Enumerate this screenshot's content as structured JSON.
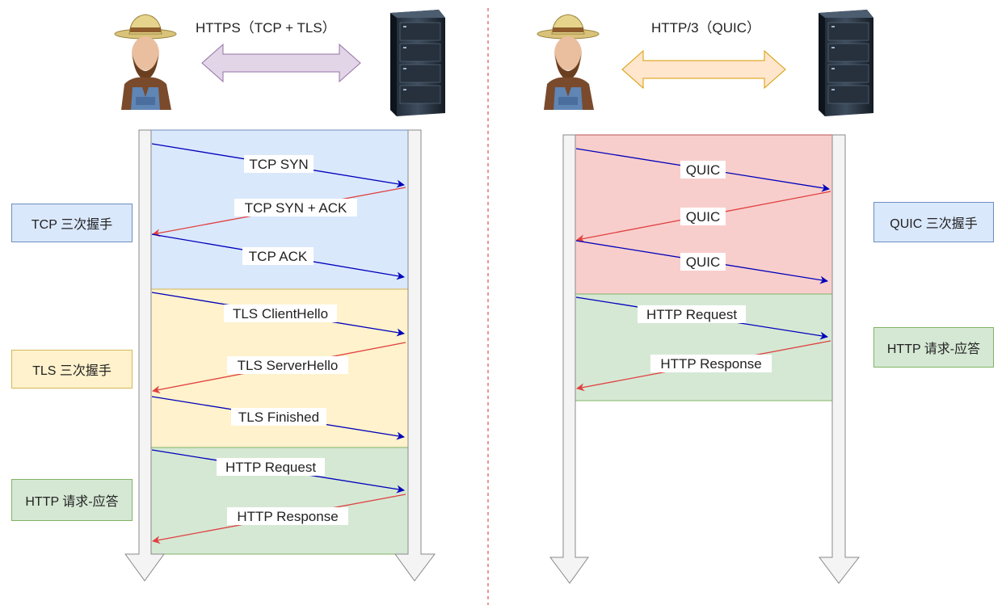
{
  "left": {
    "protocol_title": "HTTPS（TCP + TLS）",
    "phase_labels": {
      "tcp": "TCP 三次握手",
      "tls": "TLS 三次握手",
      "http": "HTTP 请求-应答"
    },
    "messages": {
      "tcp_syn": "TCP SYN",
      "tcp_syn_ack": "TCP SYN + ACK",
      "tcp_ack": "TCP ACK",
      "tls_client_hello": "TLS ClientHello",
      "tls_server_hello": "TLS ServerHello",
      "tls_finished": "TLS Finished",
      "http_request": "HTTP Request",
      "http_response": "HTTP Response"
    }
  },
  "right": {
    "protocol_title": "HTTP/3（QUIC）",
    "phase_labels": {
      "quic": "QUIC 三次握手",
      "http": "HTTP 请求-应答"
    },
    "messages": {
      "quic_1": "QUIC",
      "quic_2": "QUIC",
      "quic_3": "QUIC",
      "http_request": "HTTP Request",
      "http_response": "HTTP Response"
    }
  },
  "colors": {
    "tcp_phase": "#dae8fc",
    "tls_phase": "#fff2cc",
    "http_phase": "#d5e8d4",
    "quic_phase": "#f8cecc",
    "request_arrow": "#0000bb",
    "response_arrow": "#e04040",
    "https_link_arrow": "#e1d5e7",
    "quic_link_arrow": "#ffe6cc",
    "divider": "#e05050"
  },
  "icons": {
    "client": "farmer-user-icon",
    "server": "server-rack-icon"
  }
}
